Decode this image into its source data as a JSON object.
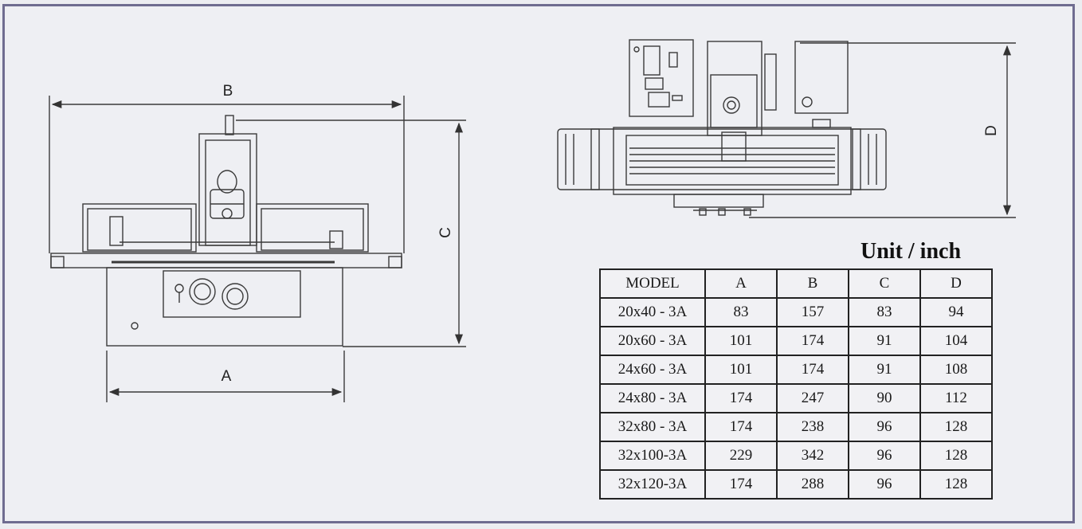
{
  "labels": {
    "a": "A",
    "b": "B",
    "c": "C",
    "d": "D"
  },
  "unit_title": "Unit / inch",
  "table": {
    "headers": [
      "MODEL",
      "A",
      "B",
      "C",
      "D"
    ],
    "rows": [
      [
        "20x40 - 3A",
        "83",
        "157",
        "83",
        "94"
      ],
      [
        "20x60 - 3A",
        "101",
        "174",
        "91",
        "104"
      ],
      [
        "24x60 - 3A",
        "101",
        "174",
        "91",
        "108"
      ],
      [
        "24x80 - 3A",
        "174",
        "247",
        "90",
        "112"
      ],
      [
        "32x80 - 3A",
        "174",
        "238",
        "96",
        "128"
      ],
      [
        "32x100-3A",
        "229",
        "342",
        "96",
        "128"
      ],
      [
        "32x120-3A",
        "174",
        "288",
        "96",
        "128"
      ]
    ]
  }
}
